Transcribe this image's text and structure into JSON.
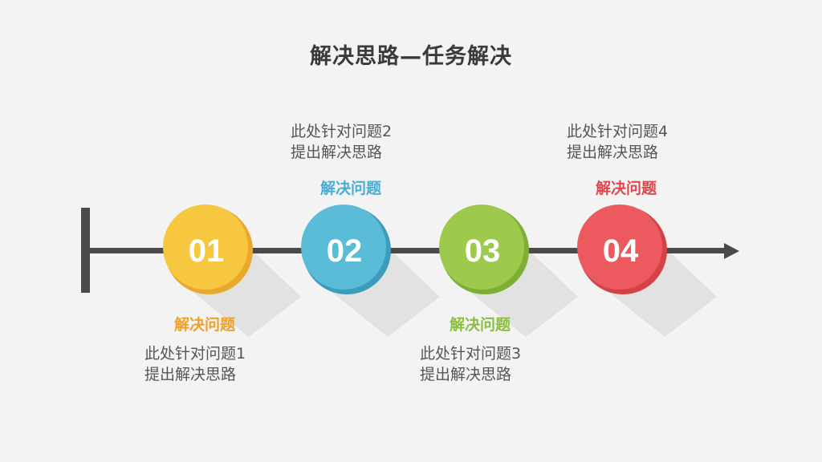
{
  "title": "解决思路—任务解决",
  "colors": {
    "axis": "#4a4a4a",
    "shadow": "#dcdcdc",
    "text": "#555555"
  },
  "steps": [
    {
      "number": "01",
      "label": "解决问题",
      "desc_line1": "此处针对问题1",
      "desc_line2": "提出解决思路",
      "color": "#f7c740",
      "edge": "#e8a92e",
      "label_color": "#eda02a"
    },
    {
      "number": "02",
      "label": "解决问题",
      "desc_line1": "此处针对问题2",
      "desc_line2": "提出解决思路",
      "color": "#5bbcd7",
      "edge": "#3b9cbd",
      "label_color": "#49acd3"
    },
    {
      "number": "03",
      "label": "解决问题",
      "desc_line1": "此处针对问题3",
      "desc_line2": "提出解决思路",
      "color": "#9dc94c",
      "edge": "#7eaf35",
      "label_color": "#8cbe3e"
    },
    {
      "number": "04",
      "label": "解决问题",
      "desc_line1": "此处针对问题4",
      "desc_line2": "提出解决思路",
      "color": "#ec5a5f",
      "edge": "#d24348",
      "label_color": "#e2464a"
    }
  ]
}
